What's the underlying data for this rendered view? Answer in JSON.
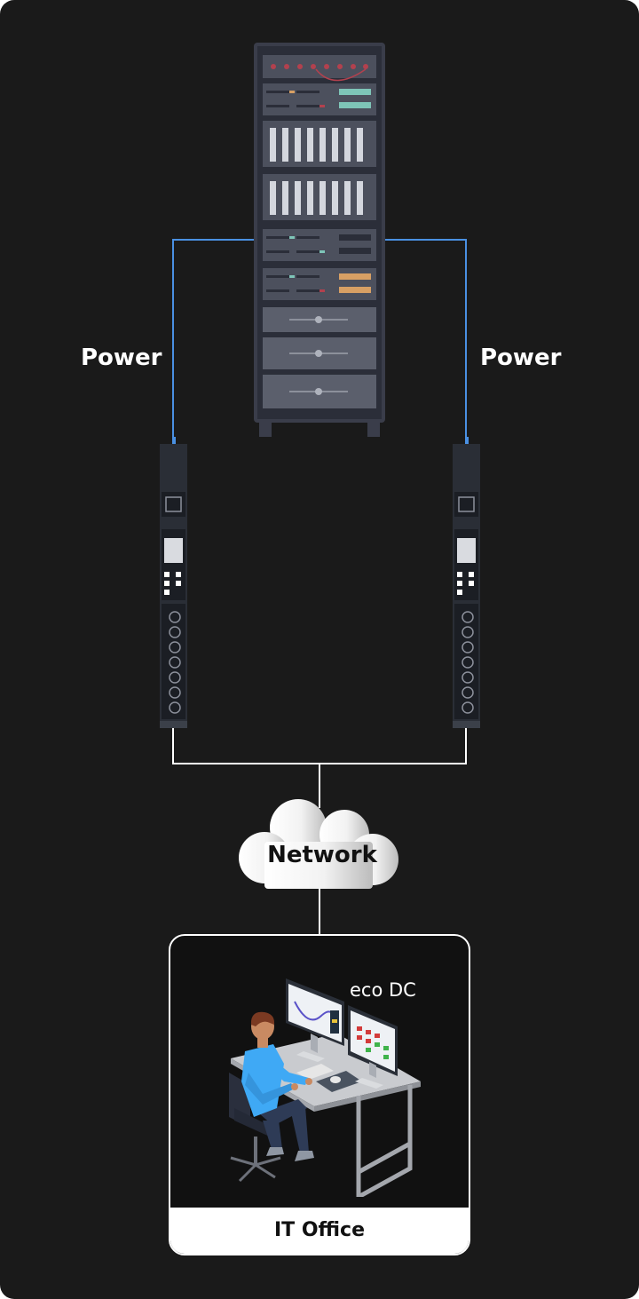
{
  "power_left_label": "Power",
  "power_right_label": "Power",
  "network_label": "Network",
  "software_label": "eco DC",
  "office_label": "IT Office",
  "colors": {
    "background": "#1a1a1a",
    "power_cable": "#4a90e2",
    "network_cable": "#ffffff",
    "rack_body": "#3a3d4a",
    "pdu_body": "#2a2e36"
  },
  "icons": [
    "server-rack-icon",
    "pdu-icon",
    "cloud-icon",
    "operator-workstation-icon"
  ]
}
